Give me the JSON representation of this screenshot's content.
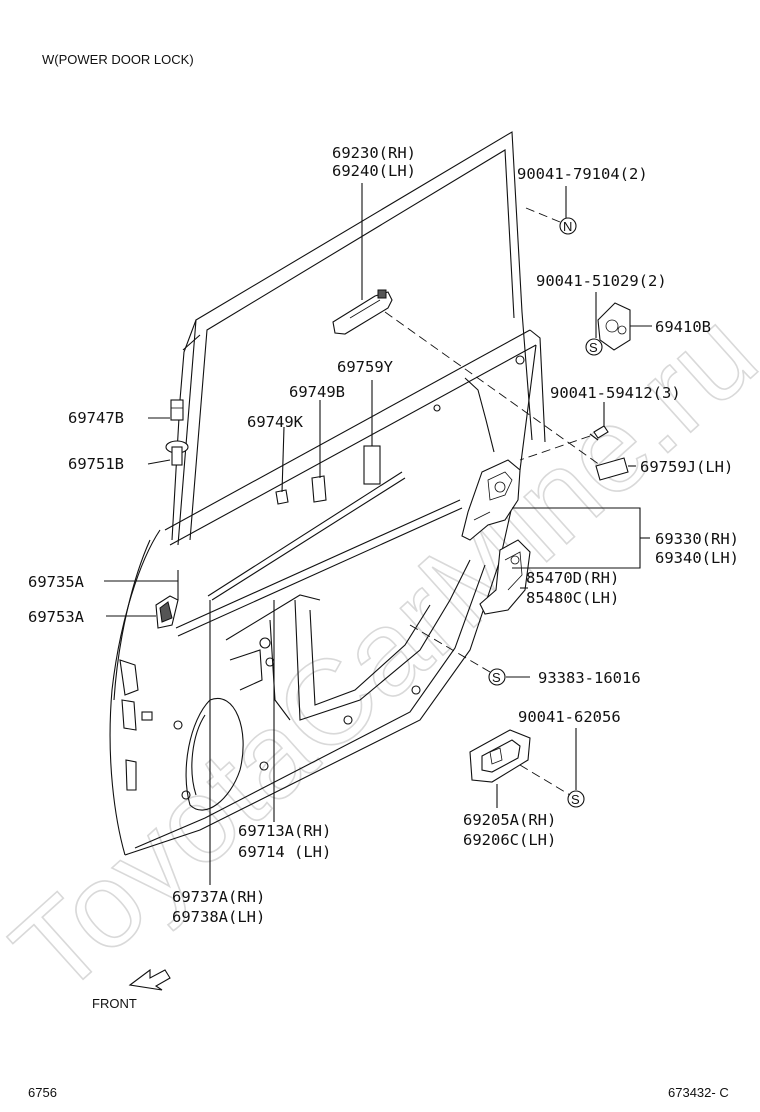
{
  "header": {
    "title": "W(POWER DOOR LOCK)"
  },
  "footer": {
    "page_left": "6756",
    "page_right": "673432- C"
  },
  "front_label": "FRONT",
  "watermark": "ToyotaCarMine.ru",
  "symbols": {
    "n": "N",
    "s": "S"
  },
  "callouts": {
    "p69230": "69230(RH)",
    "p69240": "69240(LH)",
    "p90041_79104": "90041-79104(2)",
    "p90041_51029": "90041-51029(2)",
    "p69410b": "69410B",
    "p69759y": "69759Y",
    "p69749b": "69749B",
    "p69749k": "69749K",
    "p90041_59412": "90041-59412(3)",
    "p69747b": "69747B",
    "p69751b": "69751B",
    "p69759j": "69759J(LH)",
    "p69330": "69330(RH)",
    "p69340": "69340(LH)",
    "p69735a": "69735A",
    "p85470d": "85470D(RH)",
    "p85480c": "85480C(LH)",
    "p69753a": "69753A",
    "p93383": "93383-16016",
    "p90041_62056": "90041-62056",
    "p69713a": "69713A(RH)",
    "p69714": "69714 (LH)",
    "p69205a": "69205A(RH)",
    "p69206c": "69206C(LH)",
    "p69737a": "69737A(RH)",
    "p69738a": "69738A(LH)"
  }
}
